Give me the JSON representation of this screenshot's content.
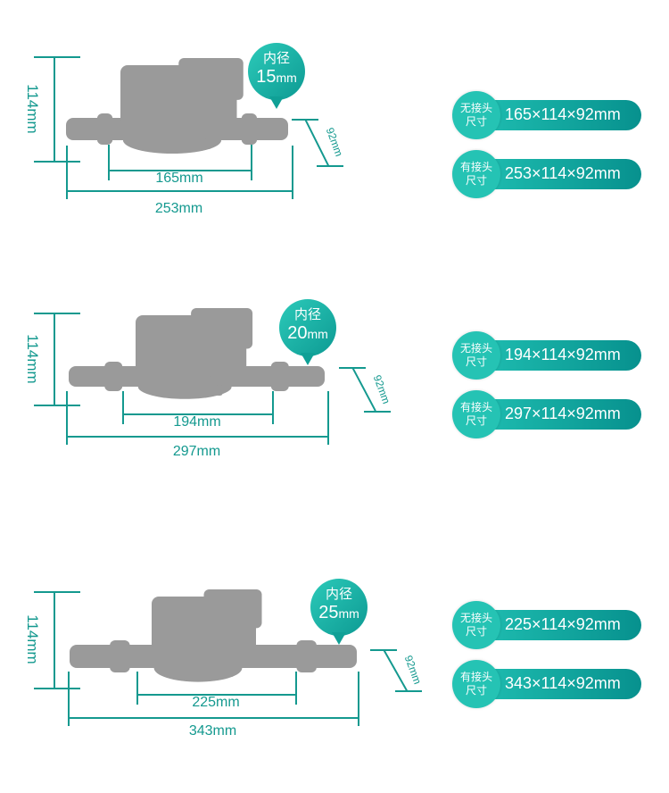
{
  "colors": {
    "accent": "#14998f",
    "meter": "#9a9a9a"
  },
  "sections": [
    {
      "height_label": "114mm",
      "inner_length": "165mm",
      "outer_length": "253mm",
      "depth_label": "92mm",
      "bore": {
        "title": "内径",
        "value": "15",
        "unit": "mm"
      },
      "specs": [
        {
          "badge_line1": "无接头",
          "badge_line2": "尺寸",
          "value": "165×114×92mm"
        },
        {
          "badge_line1": "有接头",
          "badge_line2": "尺寸",
          "value": "253×114×92mm"
        }
      ]
    },
    {
      "height_label": "114mm",
      "inner_length": "194mm",
      "outer_length": "297mm",
      "depth_label": "92mm",
      "bore": {
        "title": "内径",
        "value": "20",
        "unit": "mm"
      },
      "specs": [
        {
          "badge_line1": "无接头",
          "badge_line2": "尺寸",
          "value": "194×114×92mm"
        },
        {
          "badge_line1": "有接头",
          "badge_line2": "尺寸",
          "value": "297×114×92mm"
        }
      ]
    },
    {
      "height_label": "114mm",
      "inner_length": "225mm",
      "outer_length": "343mm",
      "depth_label": "92mm",
      "bore": {
        "title": "内径",
        "value": "25",
        "unit": "mm"
      },
      "specs": [
        {
          "badge_line1": "无接头",
          "badge_line2": "尺寸",
          "value": "225×114×92mm"
        },
        {
          "badge_line1": "有接头",
          "badge_line2": "尺寸",
          "value": "343×114×92mm"
        }
      ]
    }
  ]
}
